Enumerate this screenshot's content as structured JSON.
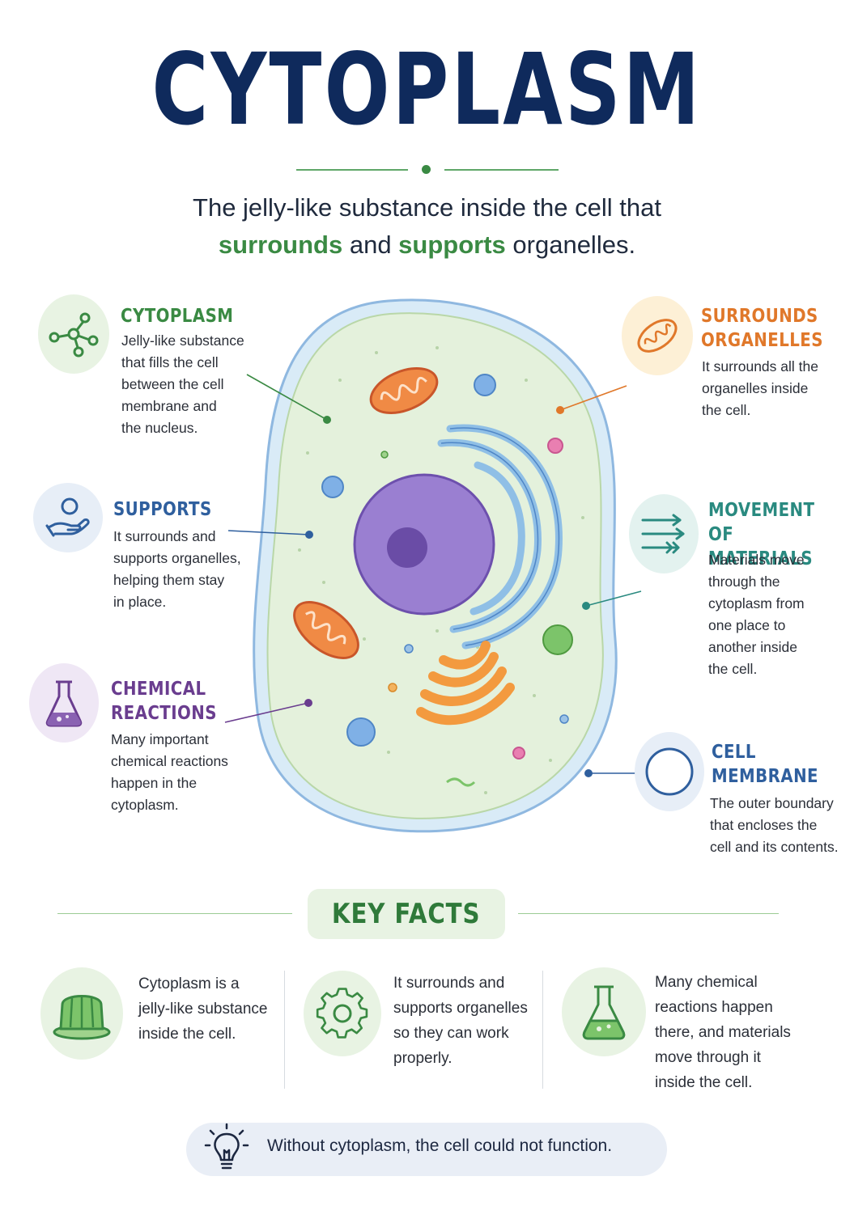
{
  "title": "CYTOPLASM",
  "subtitle": {
    "line1": "The jelly-like substance inside the cell that",
    "line2_highlight1": "surrounds",
    "line2_and": " and ",
    "line2_highlight2": "supports",
    "line2_rest": " organelles."
  },
  "labels": {
    "cytoplasm": {
      "title": "CYTOPLASM",
      "desc": [
        "Jelly-like substance",
        "that fills the cell",
        "between the cell",
        "membrane and",
        "the nucleus."
      ]
    },
    "supports": {
      "title": "SUPPORTS",
      "desc": [
        "It surrounds and",
        "supports organelles,",
        "helping them stay",
        "in place."
      ]
    },
    "chemical": {
      "title_line1": "CHEMICAL",
      "title_line2": "REACTIONS",
      "desc": [
        "Many important",
        "chemical reactions",
        "happen in the",
        "cytoplasm."
      ]
    },
    "surrounds": {
      "title_line1": "SURROUNDS",
      "title_line2": "ORGANELLES",
      "desc": [
        "It surrounds all the",
        "organelles inside",
        "the cell."
      ]
    },
    "movement": {
      "title_line1": "MOVEMENT",
      "title_line2": "OF MATERIALS",
      "desc": [
        "Materials move",
        "through the",
        "cytoplasm from",
        "one place to",
        "another inside",
        "the cell."
      ]
    },
    "membrane": {
      "title_line1": "CELL",
      "title_line2": "MEMBRANE",
      "desc": [
        "The outer boundary",
        "that encloses the",
        "cell and its contents."
      ]
    }
  },
  "key_facts": {
    "heading": "KEY FACTS",
    "facts": [
      {
        "icon": "jelly-icon",
        "lines": [
          "Cytoplasm is a",
          "jelly-like substance",
          "inside the cell."
        ]
      },
      {
        "icon": "gear-icon",
        "lines": [
          "It surrounds and",
          "supports organelles",
          "so they can work",
          "properly."
        ]
      },
      {
        "icon": "flask-icon",
        "lines": [
          "Many chemical",
          "reactions happen",
          "there, and materials",
          "move through it",
          "inside the cell."
        ]
      }
    ]
  },
  "bottom_note": "Without cytoplasm, the cell could not function.",
  "colors": {
    "navy": "#0f2a5c",
    "green": "#3a8a43",
    "blue": "#2f5f9e",
    "purple": "#6a3d8f",
    "orange": "#e0782a",
    "teal": "#2a8a80",
    "cytoplasm_fill": "#e4f1dc",
    "membrane": "#9cc3e6",
    "nucleus": "#8a6cc4"
  }
}
